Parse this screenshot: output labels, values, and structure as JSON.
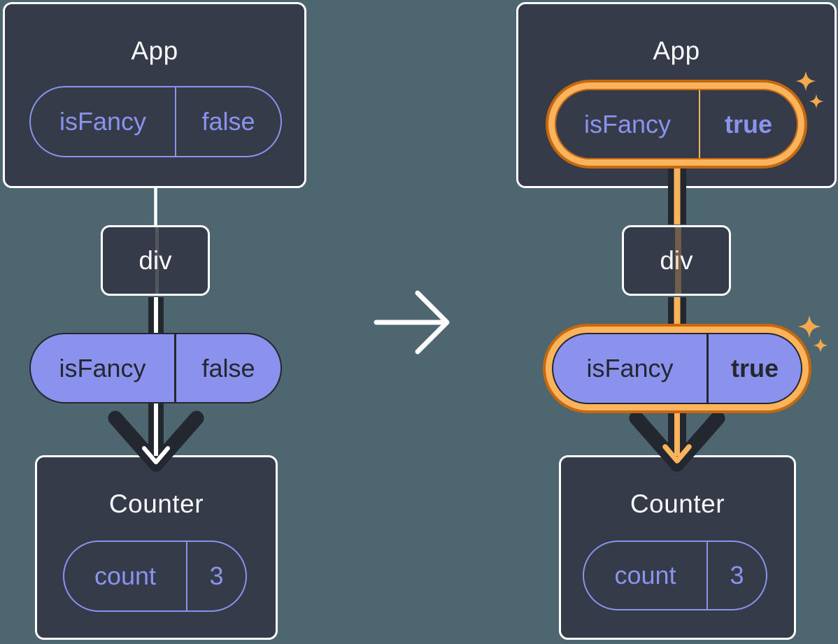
{
  "colors": {
    "background": "#4D666F",
    "box": "#353B48",
    "box-border": "#FFFFFF",
    "text-light": "#F7F9FB",
    "purple": "#8A93EE",
    "purple-fill": "#8B92EE",
    "dark": "#23272F",
    "orange-light": "#FBB45C",
    "orange-dark": "#C4690F",
    "sparkle": "#F4A94F",
    "arrow-white": "#FFFFFF"
  },
  "icons": {
    "arrow_right": "→",
    "sparkle": "✦"
  },
  "left": {
    "app": {
      "title": "App",
      "prop_name": "isFancy",
      "prop_value": "false"
    },
    "div_label": "div",
    "prop": {
      "name": "isFancy",
      "value": "false"
    },
    "counter": {
      "title": "Counter",
      "state_name": "count",
      "state_value": "3"
    }
  },
  "right": {
    "app": {
      "title": "App",
      "prop_name": "isFancy",
      "prop_value": "true"
    },
    "div_label": "div",
    "prop": {
      "name": "isFancy",
      "value": "true"
    },
    "counter": {
      "title": "Counter",
      "state_name": "count",
      "state_value": "3"
    }
  }
}
